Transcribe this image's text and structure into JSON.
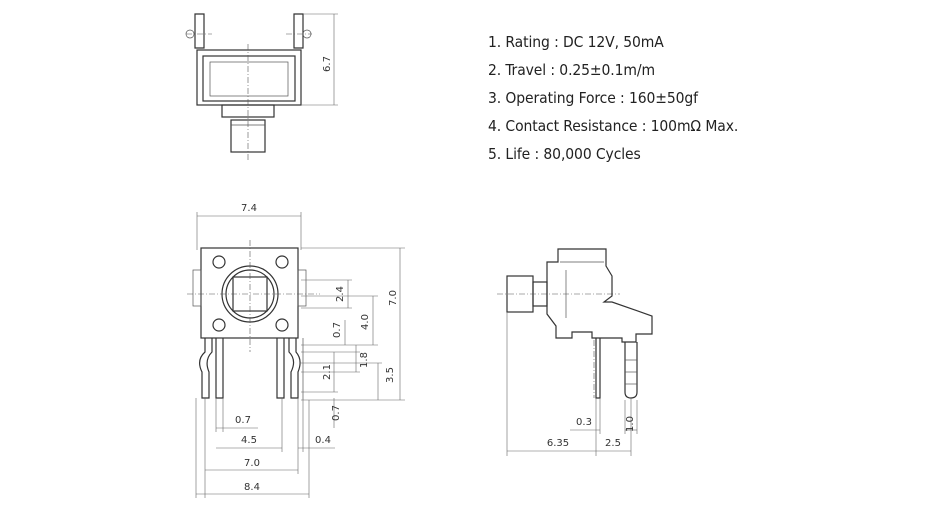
{
  "specs": [
    "1. Rating : DC 12V, 50mA",
    "2. Travel : 0.25±0.1m/m",
    "3. Operating Force : 160±50gf",
    "4. Contact Resistance : 100mΩ Max.",
    "5. Life : 80,000 Cycles"
  ],
  "dims": {
    "top_height": "6.7",
    "width_body": "7.4",
    "height_total": "7.0",
    "knob": "2.4",
    "inner": "4.0",
    "lead_offset": "0.7",
    "pitch_small": "1.8",
    "pitch_side": "2.1",
    "lead_height": "3.5",
    "lead_w": "0.7",
    "lead_w2": "0.7",
    "pitch_bottom": "4.5",
    "thick": "0.4",
    "span": "7.0",
    "overall": "8.4",
    "side_pin": "0.3",
    "side_lead": "1.0",
    "side_depth": "6.35",
    "side_pitch": "2.5"
  }
}
